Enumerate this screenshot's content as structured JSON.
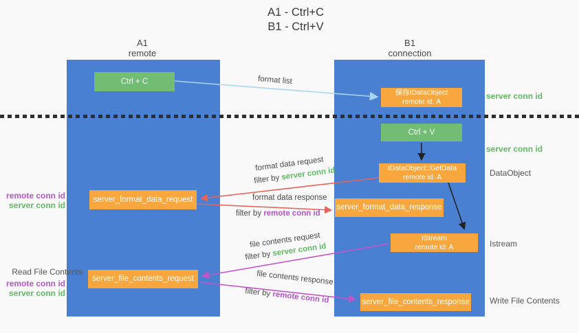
{
  "title": {
    "line1": "A1 - Ctrl+C",
    "line2": "B1 - Ctrl+V"
  },
  "lanes": {
    "left": {
      "title": "A1",
      "subtitle": "remote"
    },
    "right": {
      "title": "B1",
      "subtitle": "connection"
    }
  },
  "nodes": {
    "ctrl_c": {
      "label": "Ctrl + C"
    },
    "ctrl_v": {
      "label": "Ctrl + V"
    },
    "save_dataobject": {
      "line1": "保存IDataObject",
      "line2": "remote id: A"
    },
    "getdata": {
      "line1": "IDataObject::GetData",
      "line2": "remote id: A"
    },
    "istream": {
      "line1": "IStream",
      "line2": "remote id: A"
    },
    "server_format_data_request": {
      "label": "server_format_data_request"
    },
    "server_format_data_response": {
      "label": "server_format_data_response"
    },
    "server_file_contents_request": {
      "label": "server_file_contents_request"
    },
    "server_file_contents_response": {
      "label": "server_file_contents_response"
    }
  },
  "side_labels": {
    "server_conn_id_top": "server conn id",
    "server_conn_id_mid": "server conn id",
    "dataobject": "DataObject",
    "istream": "Istream",
    "write_file_contents": "Write File Contents",
    "read_file_contents": "Read File Contents",
    "format_group": {
      "remote_conn_id": "remote conn id",
      "server_conn_id": "server conn id"
    },
    "file_group": {
      "remote_conn_id": "remote conn id",
      "server_conn_id": "server conn id"
    }
  },
  "arrows": {
    "format_list": {
      "label": "format list"
    },
    "format_data_request": {
      "label": "format data request",
      "filter_prefix": "filter by ",
      "filter_value": "server conn id"
    },
    "format_data_response": {
      "label": "format data response",
      "filter_prefix": "filter by ",
      "filter_value": "remote conn id"
    },
    "file_contents_request": {
      "label": "file contents request",
      "filter_prefix": "filter by ",
      "filter_value": "server conn id"
    },
    "file_contents_response": {
      "label": "file contents response",
      "filter_prefix": "filter by ",
      "filter_value": "remote conn id"
    }
  },
  "colors": {
    "lane_blue": "#4a80d2",
    "node_orange": "#f7a73d",
    "button_green": "#70bd73",
    "green_id_text": "#5fba62",
    "purple_id_text": "#b355c8",
    "arrow_red": "#e8645a",
    "arrow_magenta": "#c554c8",
    "arrow_light_blue": "#a9d5f2",
    "arrow_black": "#222222"
  }
}
